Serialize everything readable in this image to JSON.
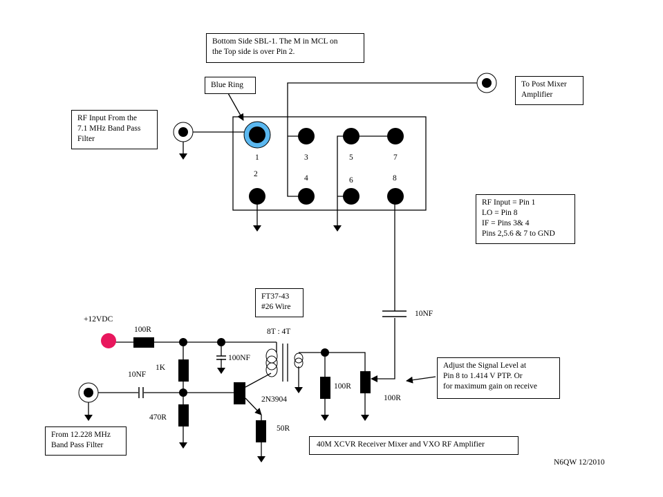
{
  "title": "40M XCVR Receiver Mixer and VXO RF Amplifier",
  "author_date": "N6QW 12/2010",
  "notes": {
    "bottom_side": "Bottom Side SBL-1. The M in MCL on\nthe Top side is over Pin 2.",
    "blue_ring": "Blue Ring",
    "rf_input": "RF Input From the\n7.1 MHz Band Pass\nFilter",
    "post_mixer": "To Post Mixer\nAmplifier",
    "pin_map": "RF Input = Pin 1\nLO = Pin 8\nIF = Pins 3& 4\nPins 2,5.6 & 7  to GND",
    "toroid": "FT37-43\n#26 Wire",
    "adjust": "Adjust the Signal Level at\nPin 8 to 1.414 V PTP. Or\nfor maximum gain on receive",
    "lo_input": "From 12.228 MHz\nBand Pass Filter"
  },
  "mixer": {
    "pins": [
      "1",
      "2",
      "3",
      "4",
      "5",
      "6",
      "7",
      "8"
    ],
    "pin1_ring_color": "#5bb8f0"
  },
  "components": {
    "supply": "+12VDC",
    "supply_color": "#e8175d",
    "r_supply": "100R",
    "r_bias_top": "1K",
    "r_bias_bottom": "470R",
    "c_input": "10NF",
    "c_bypass": "100NF",
    "transistor": "2N3904",
    "r_emitter": "50R",
    "turns_ratio": "8T : 4T",
    "r_load": "100R",
    "pot": "100R",
    "c_coupling": "10NF"
  }
}
